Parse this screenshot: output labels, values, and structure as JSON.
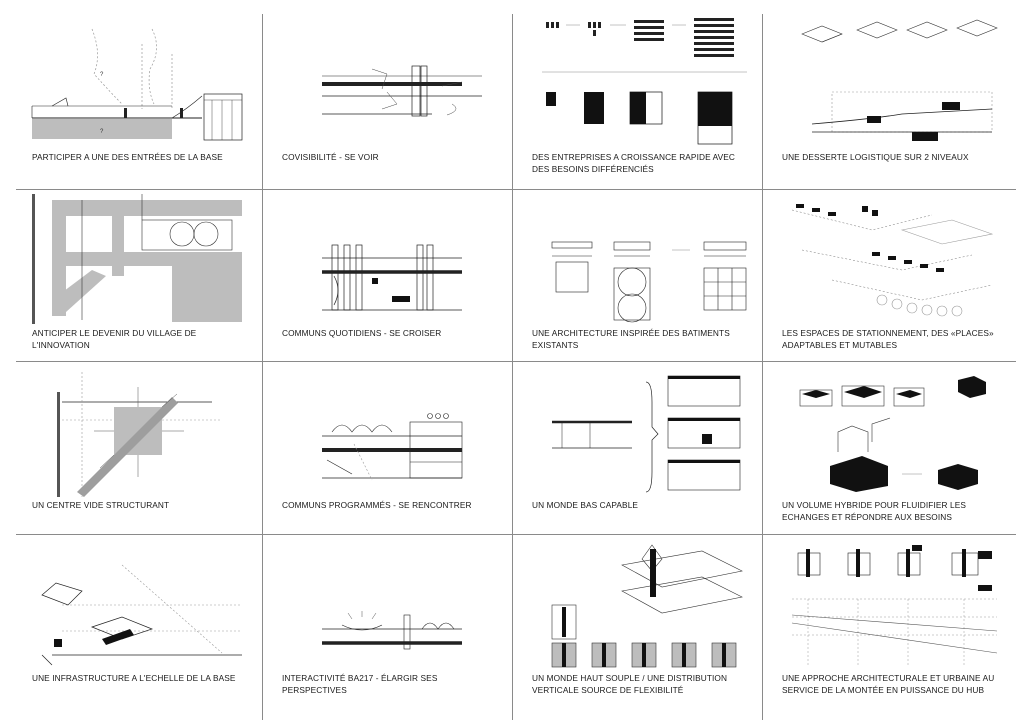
{
  "panels": [
    {
      "caption": "PARTICIPER A UNE DES ENTRÉES DE LA BASE",
      "labels": [
        "?",
        "?"
      ]
    },
    {
      "caption": "COVISIBILITÉ - SE VOIR"
    },
    {
      "caption": "DES ENTREPRISES A CROISSANCE RAPIDE AVEC DES BESOINS DIFFÉRENCIÉS"
    },
    {
      "caption": "UNE DESSERTE LOGISTIQUE SUR 2 NIVEAUX"
    },
    {
      "caption": "ANTICIPER LE DEVENIR DU VILLAGE DE L'INNOVATION"
    },
    {
      "caption": "COMMUNS QUOTIDIENS - SE CROISER"
    },
    {
      "caption": "UNE ARCHITECTURE INSPIRÉE DES BATIMENTS EXISTANTS"
    },
    {
      "caption": "LES ESPACES DE STATIONNEMENT, DES «PLACES» ADAPTABLES ET MUTABLES"
    },
    {
      "caption": "UN CENTRE VIDE STRUCTURANT"
    },
    {
      "caption": "COMMUNS PROGRAMMÉS - SE RENCONTRER"
    },
    {
      "caption": "UN MONDE BAS CAPABLE"
    },
    {
      "caption": "UN VOLUME HYBRIDE POUR FLUIDIFIER LES ECHANGES ET RÉPONDRE AUX BESOINS"
    },
    {
      "caption": "UNE INFRASTRUCTURE A L'ECHELLE DE LA BASE"
    },
    {
      "caption": "INTERACTIVITÉ BA217 - ÉLARGIR SES PERSPECTIVES"
    },
    {
      "caption": "UN MONDE HAUT SOUPLE / UNE DISTRIBUTION VERTICALE SOURCE DE FLEXIBILITÉ"
    },
    {
      "caption": "UNE APPROCHE ARCHITECTURALE ET URBAINE AU SERVICE DE LA MONTÉE EN PUISSANCE DU HUB"
    }
  ]
}
